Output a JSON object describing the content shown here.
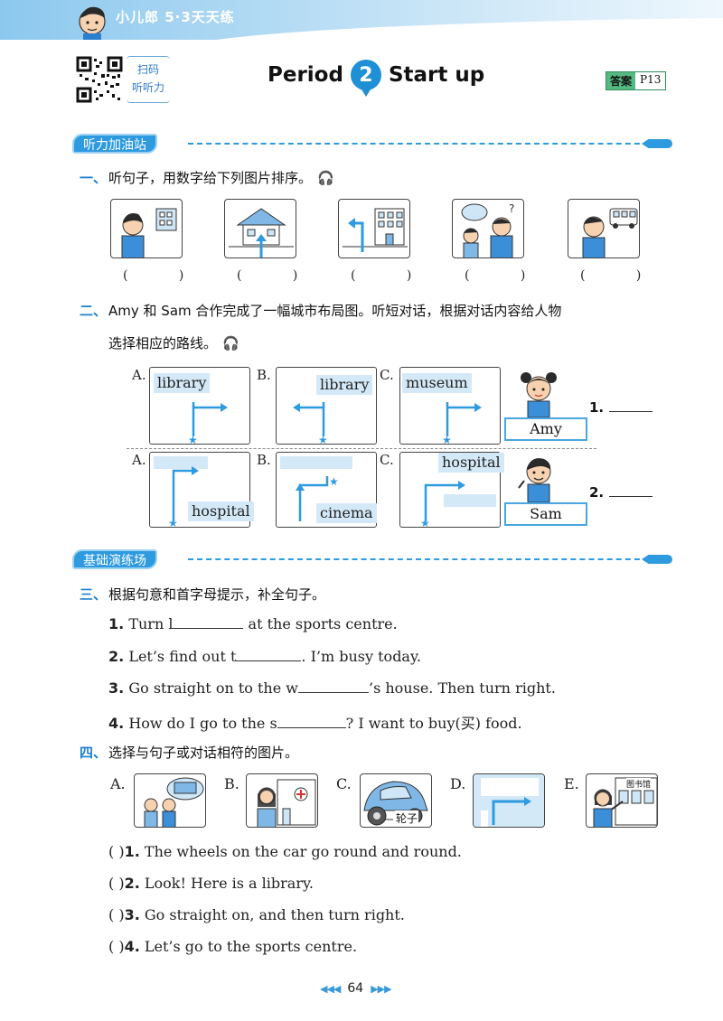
{
  "header": {
    "brand": "小儿郎 5·3天天练",
    "scan_line1": "扫码",
    "scan_line2": "听听力",
    "title_word": "Period",
    "period_number": "2",
    "title_rest": "Start up",
    "answer_label": "答案",
    "answer_page": "P13",
    "accent_color": "#1f8fd6"
  },
  "section1": {
    "label": "听力加油站",
    "q1": {
      "number": "一、",
      "text": "听句子，用数字给下列图片排序。",
      "blanks": [
        "(    )",
        "(    )",
        "(    )",
        "(    )",
        "(    )"
      ]
    },
    "q2": {
      "number": "二、",
      "line1": "Amy 和 Sam 合作完成了一幅城市布局图。听短对话，根据对话内容给人物",
      "line2": "选择相应的路线。",
      "row1": {
        "options": [
          {
            "letter": "A.",
            "place": "library"
          },
          {
            "letter": "B.",
            "place": "library"
          },
          {
            "letter": "C.",
            "place": "museum"
          }
        ],
        "person": "Amy",
        "answer_num": "1."
      },
      "row2": {
        "options": [
          {
            "letter": "A.",
            "place": "hospital"
          },
          {
            "letter": "B.",
            "place": "cinema"
          },
          {
            "letter": "C.",
            "place": "hospital"
          }
        ],
        "person": "Sam",
        "answer_num": "2."
      }
    }
  },
  "section2": {
    "label": "基础演练场",
    "q3": {
      "number": "三、",
      "text": "根据句意和首字母提示，补全句子。",
      "items": [
        {
          "num": "1.",
          "before": "Turn l",
          "after": " at the sports centre."
        },
        {
          "num": "2.",
          "before": "Let’s find out t",
          "after": ". I’m busy today."
        },
        {
          "num": "3.",
          "before": "Go straight on to the w",
          "after": "’s house. Then turn right."
        },
        {
          "num": "4.",
          "before": "How do I go to the s",
          "after": "? I want to buy(买) food."
        }
      ]
    },
    "q4": {
      "number": "四、",
      "text": "选择与句子或对话相符的图片。",
      "options": [
        "A.",
        "B.",
        "C.",
        "D.",
        "E."
      ],
      "wheel_caption": "轮子",
      "library_sign": "图书馆",
      "items": [
        {
          "paren": "(      )",
          "num": "1.",
          "text": "The wheels on the car go round and round."
        },
        {
          "paren": "(      )",
          "num": "2.",
          "text": "Look! Here is a library."
        },
        {
          "paren": "(      )",
          "num": "3.",
          "text": "Go straight on, and then turn right."
        },
        {
          "paren": "(      )",
          "num": "4.",
          "text": "Let’s go to the sports centre."
        }
      ]
    }
  },
  "footer": {
    "page_number": "64"
  }
}
